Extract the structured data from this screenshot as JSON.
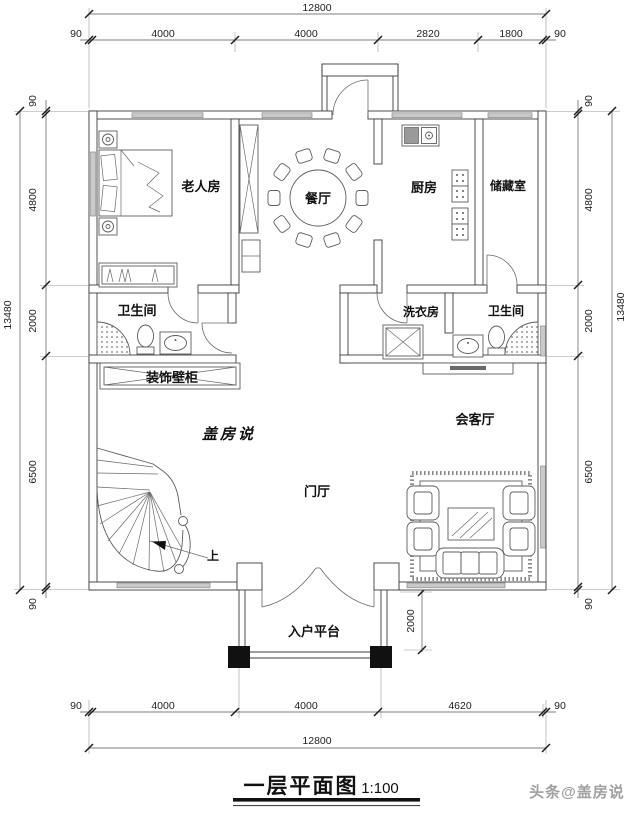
{
  "title_block": {
    "title": "一层平面图",
    "scale": "1:100"
  },
  "watermarks": {
    "plan": "盖房说",
    "footer": "头条@盖房说"
  },
  "rooms": {
    "elder": "老人房",
    "dining": "餐厅",
    "kitchen": "厨房",
    "storage": "储藏室",
    "bath_left": "卫生间",
    "laundry": "洗衣房",
    "bath_right": "卫生间",
    "deco_cabinet": "装饰壁柜",
    "reception": "会客厅",
    "foyer": "门厅",
    "entry_platform": "入户平台",
    "stair_up": "上"
  },
  "dimensions": {
    "top": {
      "total": "12800",
      "segments": [
        "90",
        "4000",
        "4000",
        "2820",
        "1800",
        "90"
      ]
    },
    "bottom": {
      "total": "12800",
      "segments": [
        "90",
        "4000",
        "4000",
        "4620",
        "90"
      ]
    },
    "left": {
      "total": "13480",
      "segments": [
        "90",
        "4800",
        "2000",
        "6500",
        "90"
      ]
    },
    "right": {
      "total": "13480",
      "segments": [
        "90",
        "4800",
        "2000",
        "6500",
        "90"
      ]
    },
    "platform_depth": "2000"
  },
  "colors": {
    "wall_line": "#3c3c3c",
    "furniture_line": "#5c5c5c",
    "window_fill": "#c9c9c9",
    "dim_line": "#555555",
    "text": "#111111",
    "watermark": "#a0a0a0",
    "column": "#111111"
  }
}
